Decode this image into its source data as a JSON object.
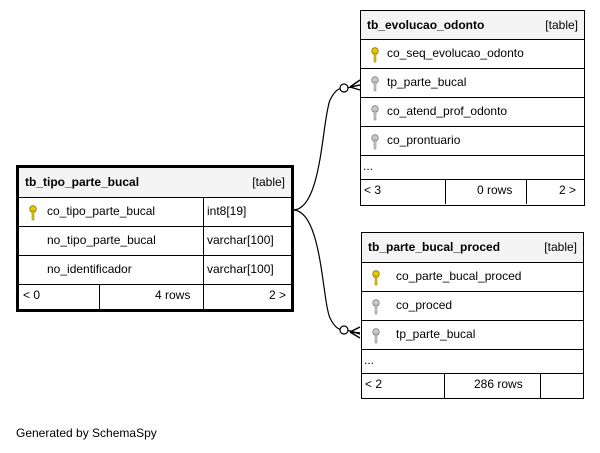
{
  "generated_by": "Generated by SchemaSpy",
  "tables": {
    "tipo": {
      "name": "tb_tipo_parte_bucal",
      "kind": "[table]",
      "columns": [
        {
          "name": "co_tipo_parte_bucal",
          "type": "int8[19]",
          "key": "primary"
        },
        {
          "name": "no_tipo_parte_bucal",
          "type": "varchar[100]",
          "key": "none"
        },
        {
          "name": "no_identificador",
          "type": "varchar[100]",
          "key": "none"
        }
      ],
      "footer": {
        "parents": "< 0",
        "rows": "4 rows",
        "children": "2 >"
      }
    },
    "evolucao": {
      "name": "tb_evolucao_odonto",
      "kind": "[table]",
      "columns": [
        {
          "name": "co_seq_evolucao_odonto",
          "key": "primary"
        },
        {
          "name": "tp_parte_bucal",
          "key": "foreign"
        },
        {
          "name": "co_atend_prof_odonto",
          "key": "foreign"
        },
        {
          "name": "co_prontuario",
          "key": "foreign"
        }
      ],
      "ellipsis": "...",
      "footer": {
        "parents": "< 3",
        "rows": "0 rows",
        "children": "2 >"
      }
    },
    "parte": {
      "name": "tb_parte_bucal_proced",
      "kind": "[table]",
      "columns": [
        {
          "name": "co_parte_bucal_proced",
          "key": "primary"
        },
        {
          "name": "co_proced",
          "key": "foreign"
        },
        {
          "name": "tp_parte_bucal",
          "key": "foreign"
        }
      ],
      "ellipsis": "...",
      "footer": {
        "parents": "< 2",
        "rows": "286 rows",
        "children": ""
      }
    }
  },
  "colors": {
    "primary_key": "#e8c800",
    "foreign_key": "#a0a0a0",
    "header_bg": "#f4f4f4",
    "border": "#000000"
  }
}
